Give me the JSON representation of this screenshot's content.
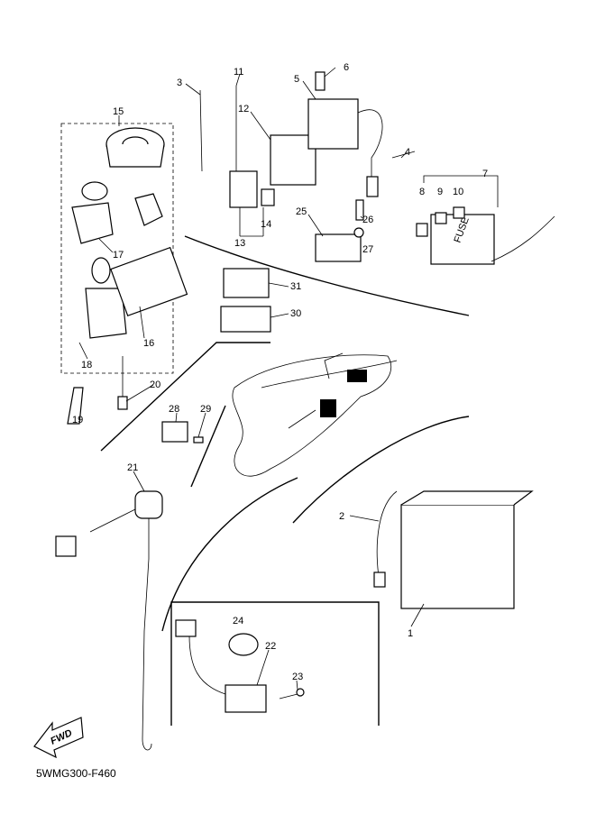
{
  "diagram": {
    "callouts": [
      "1",
      "2",
      "3",
      "4",
      "5",
      "6",
      "7",
      "8",
      "9",
      "10",
      "11",
      "12",
      "13",
      "14",
      "15",
      "16",
      "17",
      "18",
      "19",
      "20",
      "21",
      "22",
      "23",
      "24",
      "25",
      "26",
      "27",
      "28",
      "29",
      "30",
      "31"
    ],
    "fuse_box_label": "FUSE",
    "direction_label": "FWD",
    "drawing_code": "5WMG300-F460"
  }
}
